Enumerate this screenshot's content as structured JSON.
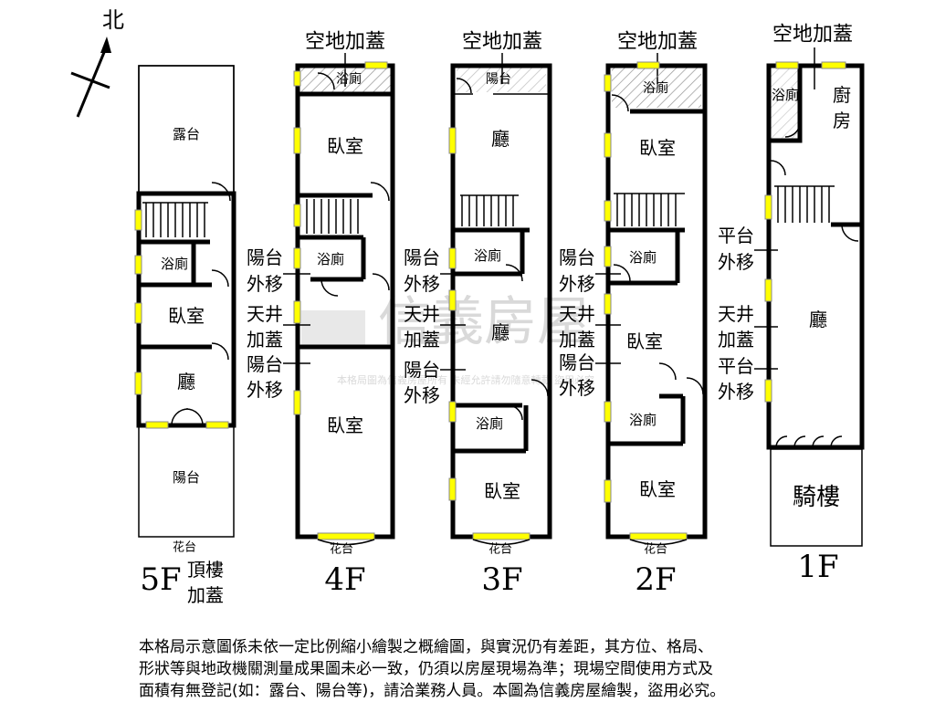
{
  "compass": {
    "label": "北"
  },
  "watermark": {
    "brand": "信義房屋",
    "notice": "本格局圖為信義房屋所有  未經允許請勿隨意轉載  盜用必究"
  },
  "floors": {
    "f5": {
      "name": "5F",
      "sub1": "頂樓",
      "sub2": "加蓋",
      "rooms": {
        "terrace": "露台",
        "bath": "浴廁",
        "bedroom": "臥室",
        "hall": "廳",
        "balcony": "陽台",
        "planter": "花台"
      }
    },
    "f4": {
      "name": "4F",
      "top_note": "空地加蓋",
      "rooms": {
        "bath_top": "浴廁",
        "bedroom_top": "臥室",
        "bath_mid": "浴廁",
        "bedroom_bottom": "臥室",
        "planter": "花台"
      },
      "side": {
        "a1": "陽台",
        "a2": "外移",
        "b1": "天井",
        "b2": "加蓋",
        "c1": "陽台",
        "c2": "外移"
      }
    },
    "f3": {
      "name": "3F",
      "top_note": "空地加蓋",
      "rooms": {
        "balcony_top": "陽台",
        "hall_top": "廳",
        "bath_mid": "浴廁",
        "hall_mid": "廳",
        "bath_low": "浴廁",
        "bedroom": "臥室",
        "planter": "花台"
      },
      "side": {
        "a1": "陽台",
        "a2": "外移",
        "b1": "天井",
        "b2": "加蓋",
        "c1": "陽台",
        "c2": "外移"
      }
    },
    "f2": {
      "name": "2F",
      "top_note": "空地加蓋",
      "rooms": {
        "bath_top": "浴廁",
        "bedroom_top": "臥室",
        "bath_mid": "浴廁",
        "bedroom_mid": "臥室",
        "bath_low": "浴廁",
        "bedroom_bottom": "臥室",
        "planter": "花台"
      },
      "side": {
        "a1": "陽台",
        "a2": "外移",
        "b1": "天井",
        "b2": "加蓋",
        "c1": "陽台",
        "c2": "外移"
      }
    },
    "f1": {
      "name": "1F",
      "top_note": "空地加蓋",
      "rooms": {
        "bath": "浴廁",
        "kitchen1": "廚",
        "kitchen2": "房",
        "hall": "廳",
        "arcade": "騎樓"
      },
      "side": {
        "a1": "平台",
        "a2": "外移",
        "b1": "天井",
        "b2": "加蓋",
        "c1": "平台",
        "c2": "外移"
      }
    }
  },
  "disclaimer": [
    "本格局示意圖係未依一定比例縮小繪製之概繪圖，與實況仍有差距，其方位、格局、",
    "形狀等與地政機關測量成果圖未必一致，仍須以房屋現場為準；現場空間使用方式及",
    "面積有無登記(如：露台、陽台等)，請洽業務人員。本圖為信義房屋繪製，盜用必究。"
  ]
}
